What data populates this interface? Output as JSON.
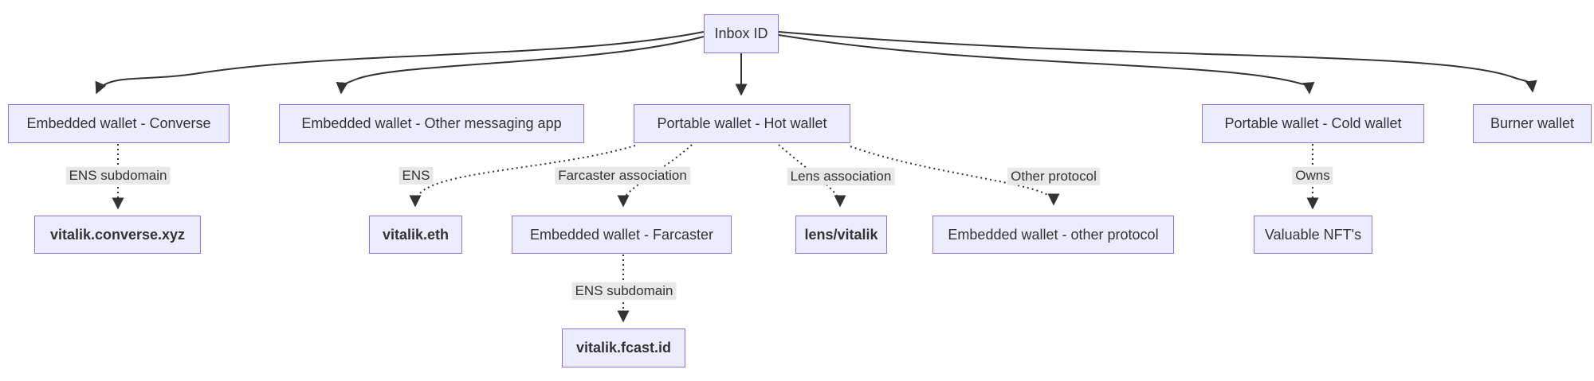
{
  "nodes": {
    "inbox": "Inbox ID",
    "embedded_converse": "Embedded wallet - Converse",
    "embedded_other_messaging": "Embedded wallet - Other messaging app",
    "portable_hot": "Portable wallet - Hot wallet",
    "portable_cold": "Portable wallet - Cold wallet",
    "burner": "Burner wallet",
    "vitalik_converse_xyz": "vitalik.converse.xyz",
    "vitalik_eth": "vitalik.eth",
    "embedded_farcaster": "Embedded wallet - Farcaster",
    "lens_vitalik": "lens/vitalik",
    "embedded_other_protocol": "Embedded wallet - other protocol",
    "valuable_nfts": "Valuable NFT's",
    "vitalik_fcast_id": "vitalik.fcast.id"
  },
  "edge_labels": {
    "converse_ens_subdomain": "ENS subdomain",
    "hot_ens": "ENS",
    "hot_farcaster": "Farcaster association",
    "hot_lens": "Lens association",
    "hot_other_protocol": "Other protocol",
    "cold_owns": "Owns",
    "farcaster_ens_subdomain": "ENS subdomain"
  },
  "colors": {
    "node_fill": "#ECECFF",
    "node_border": "#9370DB",
    "edge": "#333333",
    "edge_label_bg": "#e8e8e8",
    "text": "#333333",
    "background": "#ffffff"
  }
}
